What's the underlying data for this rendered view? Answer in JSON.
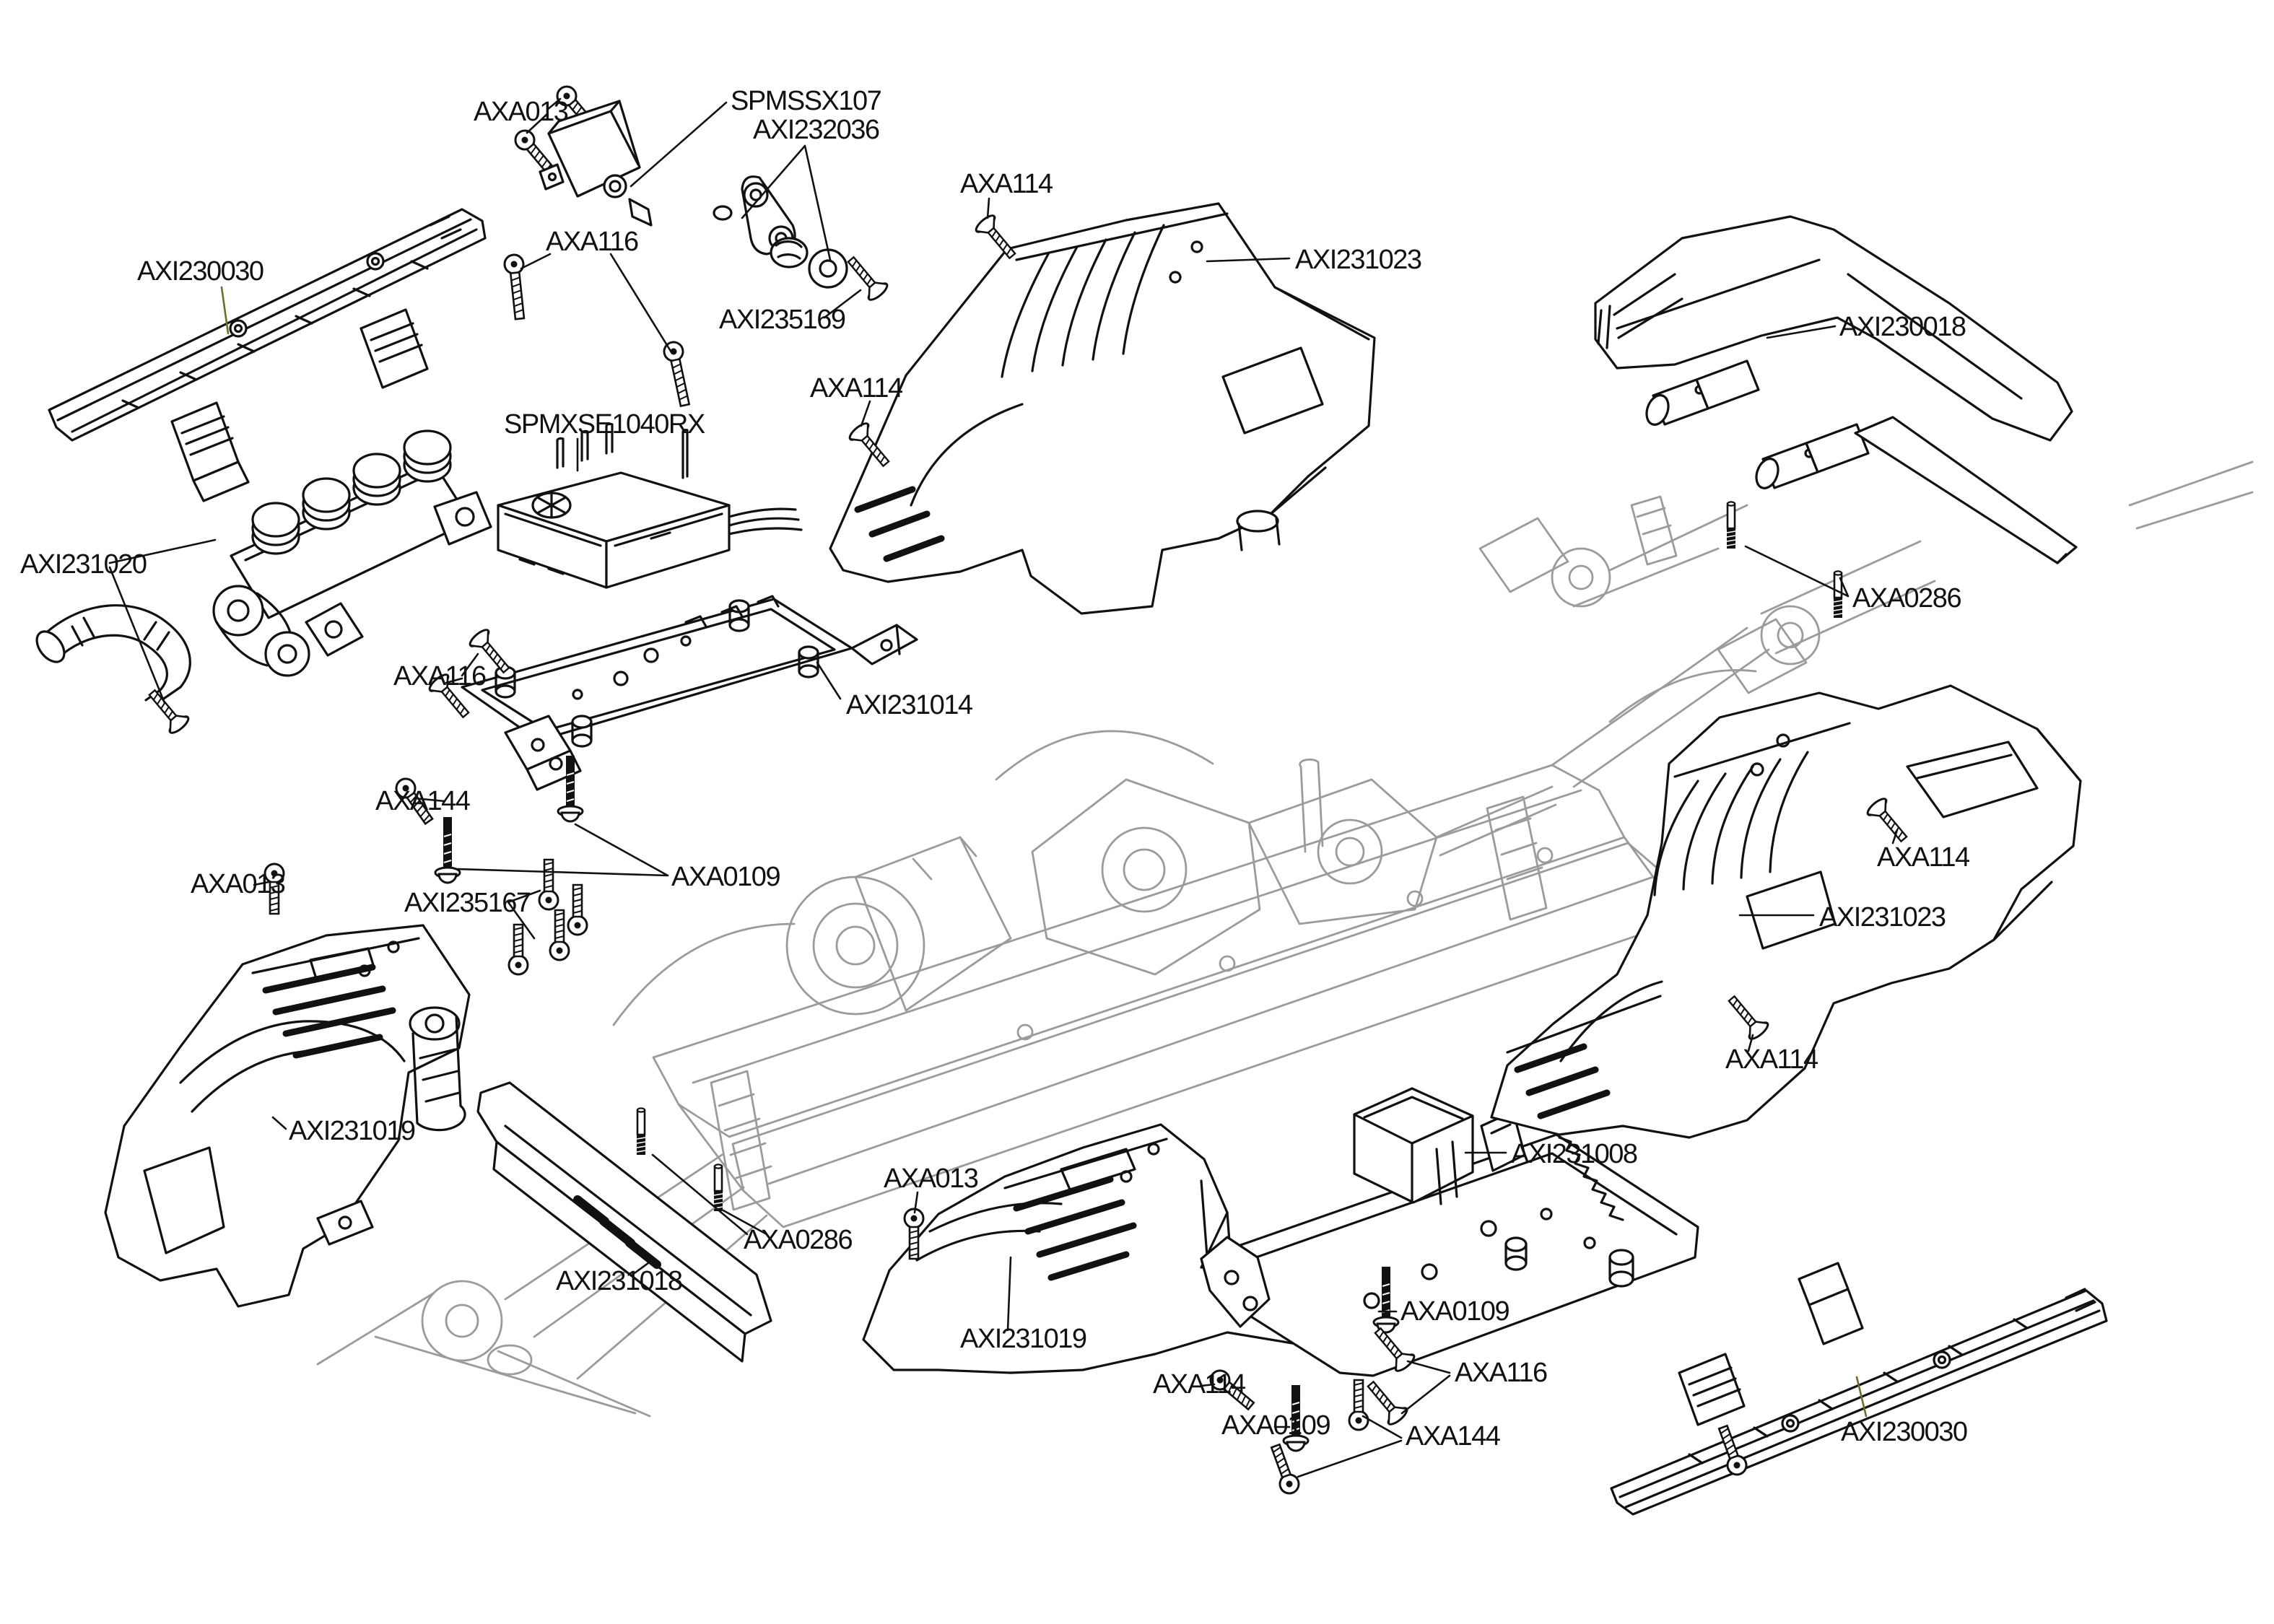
{
  "document": {
    "type": "exploded-parts-diagram",
    "background_color": "#ffffff",
    "ink_color": "#111111",
    "ghost_assembly_color": "#9b9b9b",
    "highlight_leader_color": "#6f6b28"
  },
  "labels": [
    {
      "id": "axi230030-left",
      "text": "AXI230030"
    },
    {
      "id": "axa013-top",
      "text": "AXA013"
    },
    {
      "id": "spmssx107",
      "text": "SPMSSX107"
    },
    {
      "id": "axi232036",
      "text": "AXI232036"
    },
    {
      "id": "axa116-top",
      "text": "AXA116"
    },
    {
      "id": "axi235169",
      "text": "AXI235169"
    },
    {
      "id": "axa114-top",
      "text": "AXA114"
    },
    {
      "id": "axi231023-front",
      "text": "AXI231023"
    },
    {
      "id": "axa114-left",
      "text": "AXA114"
    },
    {
      "id": "spmxse1040rx",
      "text": "SPMXSE1040RX"
    },
    {
      "id": "axi230018",
      "text": "AXI230018"
    },
    {
      "id": "axa0286-right",
      "text": "AXA0286"
    },
    {
      "id": "axi231020",
      "text": "AXI231020"
    },
    {
      "id": "axa116-mid",
      "text": "AXA116"
    },
    {
      "id": "axi231014",
      "text": "AXI231014"
    },
    {
      "id": "axa144-mid",
      "text": "AXA144"
    },
    {
      "id": "axa0109-mid",
      "text": "AXA0109"
    },
    {
      "id": "axa013-mid",
      "text": "AXA013"
    },
    {
      "id": "axi235167",
      "text": "AXI235167"
    },
    {
      "id": "axa114-right-1",
      "text": "AXA114"
    },
    {
      "id": "axi231023-rear",
      "text": "AXI231023"
    },
    {
      "id": "axa114-right-2",
      "text": "AXA114"
    },
    {
      "id": "axi231008",
      "text": "AXI231008"
    },
    {
      "id": "axa013-bot",
      "text": "AXA013"
    },
    {
      "id": "axa0286-bot",
      "text": "AXA0286"
    },
    {
      "id": "axi231018",
      "text": "AXI231018"
    },
    {
      "id": "axi231019-left",
      "text": "AXI231019"
    },
    {
      "id": "axi231019-bot",
      "text": "AXI231019"
    },
    {
      "id": "axa0109-bot1",
      "text": "AXA0109"
    },
    {
      "id": "axa116-bot",
      "text": "AXA116"
    },
    {
      "id": "axa114-bot",
      "text": "AXA114"
    },
    {
      "id": "axa0109-bot2",
      "text": "AXA0109"
    },
    {
      "id": "axa144-bot",
      "text": "AXA144"
    },
    {
      "id": "axi230030-right",
      "text": "AXI230030"
    }
  ]
}
